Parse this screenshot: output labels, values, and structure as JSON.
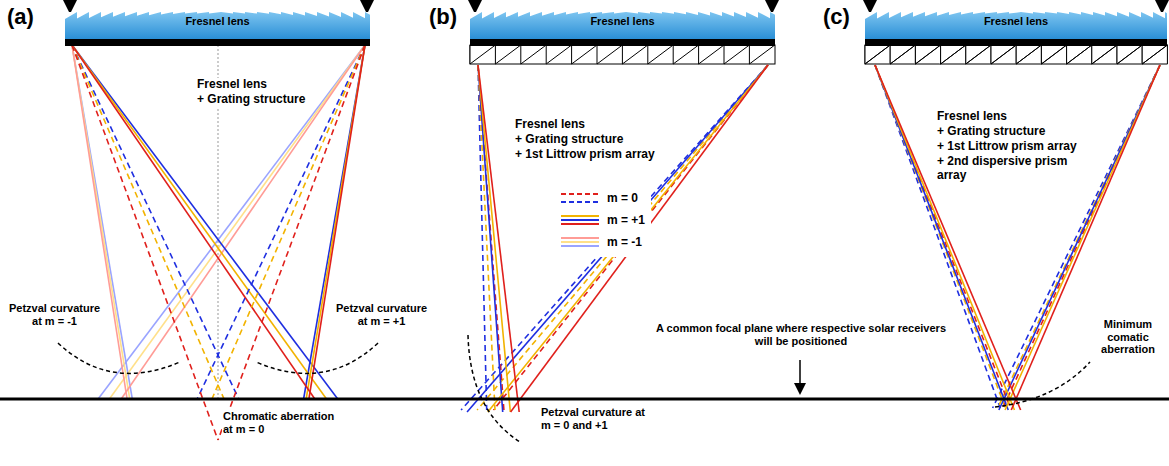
{
  "diagram": {
    "nodes": [
      {
        "text": [
          "Fresnel lens"
        ]
      },
      {
        "text": [
          "Fresnel lens"
        ]
      },
      {
        "text": [
          "Fresnel lens"
        ]
      }
    ],
    "labels": [
      "(a)",
      "(b)",
      "(c)",
      "Fresnel lens",
      "+ Grating structure",
      "Fresnel lens",
      "+ Grating structure",
      "+ 1st Littrow prism array",
      "Fresnel lens",
      "+ Grating structure",
      "+ 1st Littrow prism array",
      "+ 2nd dispersive prism array",
      "Petzval curvature at m = -1",
      "Petzval curvature at m = +1",
      "Chromatic aberration at m = 0",
      "Petzval curvature at m = 0 and +1",
      "A common focal plane where respective solar receivers will be positioned",
      "Minimum comatic aberration"
    ],
    "legend": [
      {
        "text": "m = 0"
      },
      {
        "text": "m = +1"
      },
      {
        "text": "m = -1"
      }
    ]
  }
}
